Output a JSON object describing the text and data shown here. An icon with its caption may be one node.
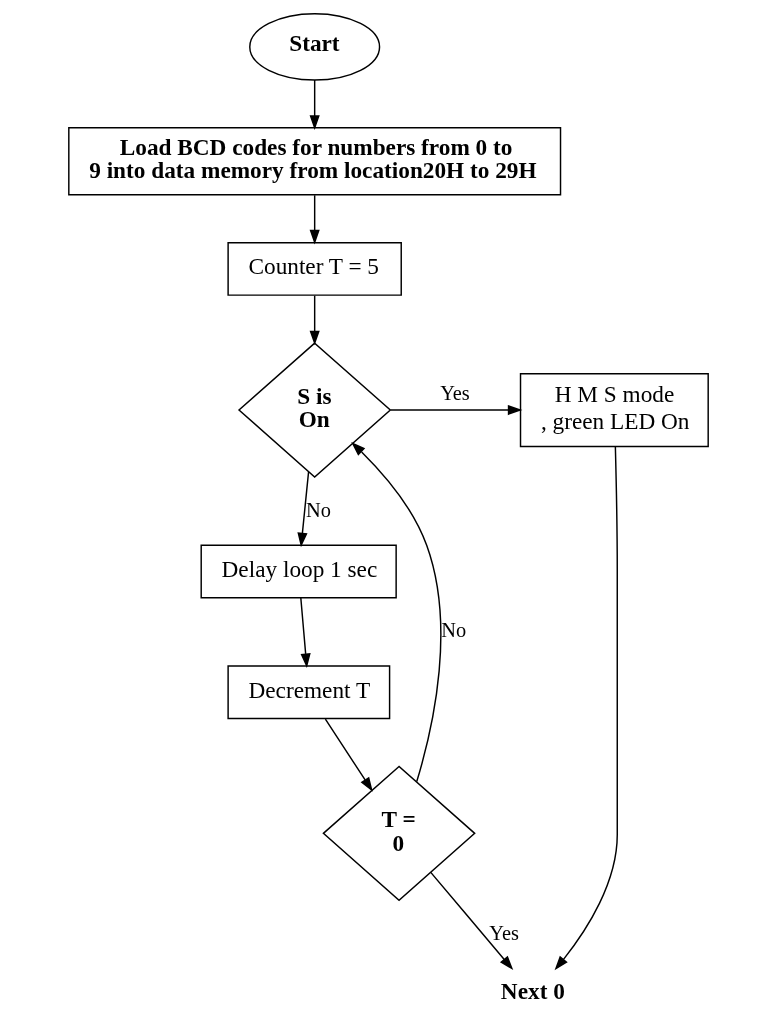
{
  "diagram": {
    "nodes": [
      {
        "text": [
          "Start"
        ]
      },
      {
        "text": [
          "Load BCD codes for numbers from 0 to 9 into data memory from location20H to 29H"
        ]
      },
      {
        "text": [
          "Counter T = 5"
        ]
      },
      {
        "text": [
          "S is On"
        ]
      },
      {
        "text": [
          "H M S mode , green LED On"
        ]
      },
      {
        "text": [
          "Delay loop 1 sec"
        ]
      },
      {
        "text": [
          "Decrement T"
        ]
      },
      {
        "text": [
          "T = 0"
        ]
      },
      {
        "text": [
          "Next 0"
        ]
      }
    ],
    "edges": [
      {
        "from": 0,
        "to": 1,
        "arrow": "to"
      },
      {
        "from": 1,
        "to": 2,
        "arrow": "to"
      },
      {
        "from": 2,
        "to": 3,
        "arrow": "to"
      },
      {
        "from": 3,
        "to": 4,
        "arrow": "to",
        "label": "Yes"
      },
      {
        "from": 3,
        "to": 5,
        "arrow": "to",
        "label": "No"
      },
      {
        "from": 5,
        "to": 6,
        "arrow": "to"
      },
      {
        "from": 6,
        "to": 7,
        "arrow": "to"
      },
      {
        "from": 7,
        "to": 3,
        "arrow": "to",
        "label": "No"
      },
      {
        "from": 7,
        "to": 8,
        "arrow": "to",
        "label": "Yes"
      },
      {
        "from": 4,
        "to": 8,
        "arrow": "to"
      }
    ]
  }
}
